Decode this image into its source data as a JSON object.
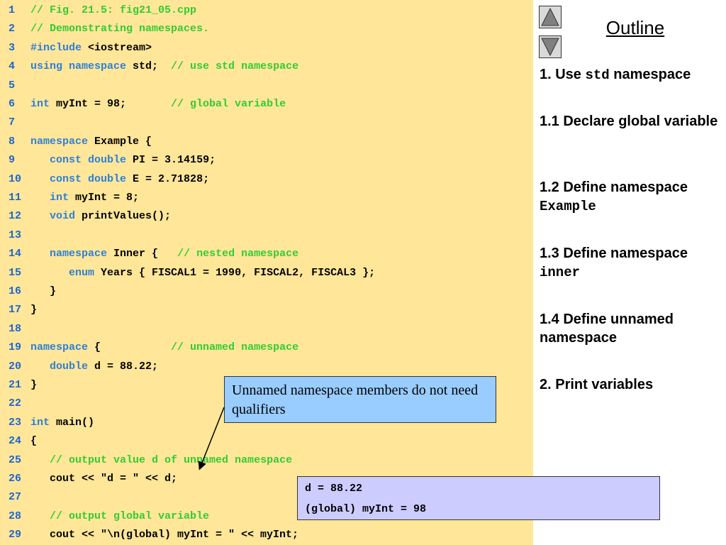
{
  "code_lines": [
    {
      "num": "1",
      "parts": [
        {
          "t": "// Fig. 21.5: fig21_05.cpp",
          "c": "cm"
        }
      ]
    },
    {
      "num": "2",
      "parts": [
        {
          "t": "// Demonstrating namespaces.",
          "c": "cm"
        }
      ]
    },
    {
      "num": "3",
      "parts": [
        {
          "t": "#include",
          "c": "kw"
        },
        {
          "t": " <iostream>",
          "c": "tx"
        }
      ]
    },
    {
      "num": "4",
      "parts": [
        {
          "t": "using namespace",
          "c": "kw"
        },
        {
          "t": " std;  ",
          "c": "tx"
        },
        {
          "t": "// use std namespace",
          "c": "cm"
        }
      ]
    },
    {
      "num": "5",
      "parts": []
    },
    {
      "num": "6",
      "parts": [
        {
          "t": "int",
          "c": "kw"
        },
        {
          "t": " myInt = 98;       ",
          "c": "tx"
        },
        {
          "t": "// global variable",
          "c": "cm"
        }
      ]
    },
    {
      "num": "7",
      "parts": []
    },
    {
      "num": "8",
      "parts": [
        {
          "t": "namespace",
          "c": "kw"
        },
        {
          "t": " Example {",
          "c": "tx"
        }
      ]
    },
    {
      "num": "9",
      "parts": [
        {
          "t": "   ",
          "c": "tx"
        },
        {
          "t": "const double",
          "c": "kw"
        },
        {
          "t": " PI = 3.14159;",
          "c": "tx"
        }
      ]
    },
    {
      "num": "10",
      "parts": [
        {
          "t": "   ",
          "c": "tx"
        },
        {
          "t": "const double",
          "c": "kw"
        },
        {
          "t": " E = 2.71828;",
          "c": "tx"
        }
      ]
    },
    {
      "num": "11",
      "parts": [
        {
          "t": "   ",
          "c": "tx"
        },
        {
          "t": "int",
          "c": "kw"
        },
        {
          "t": " myInt = 8;",
          "c": "tx"
        }
      ]
    },
    {
      "num": "12",
      "parts": [
        {
          "t": "   ",
          "c": "tx"
        },
        {
          "t": "void",
          "c": "kw"
        },
        {
          "t": " printValues();",
          "c": "tx"
        }
      ]
    },
    {
      "num": "13",
      "parts": []
    },
    {
      "num": "14",
      "parts": [
        {
          "t": "   ",
          "c": "tx"
        },
        {
          "t": "namespace",
          "c": "kw"
        },
        {
          "t": " Inner {   ",
          "c": "tx"
        },
        {
          "t": "// nested namespace",
          "c": "cm"
        }
      ]
    },
    {
      "num": "15",
      "parts": [
        {
          "t": "      ",
          "c": "tx"
        },
        {
          "t": "enum",
          "c": "kw"
        },
        {
          "t": " Years { FISCAL1 = 1990, FISCAL2, FISCAL3 };",
          "c": "tx"
        }
      ]
    },
    {
      "num": "16",
      "parts": [
        {
          "t": "   }",
          "c": "tx"
        }
      ]
    },
    {
      "num": "17",
      "parts": [
        {
          "t": "}",
          "c": "tx"
        }
      ]
    },
    {
      "num": "18",
      "parts": []
    },
    {
      "num": "19",
      "parts": [
        {
          "t": "namespace",
          "c": "kw"
        },
        {
          "t": " {           ",
          "c": "tx"
        },
        {
          "t": "// unnamed namespace",
          "c": "cm"
        }
      ]
    },
    {
      "num": "20",
      "parts": [
        {
          "t": "   ",
          "c": "tx"
        },
        {
          "t": "double",
          "c": "kw"
        },
        {
          "t": " d = 88.22;",
          "c": "tx"
        }
      ]
    },
    {
      "num": "21",
      "parts": [
        {
          "t": "}",
          "c": "tx"
        }
      ]
    },
    {
      "num": "22",
      "parts": []
    },
    {
      "num": "23",
      "parts": [
        {
          "t": "int",
          "c": "kw"
        },
        {
          "t": " main()",
          "c": "tx"
        }
      ]
    },
    {
      "num": "24",
      "parts": [
        {
          "t": "{",
          "c": "tx"
        }
      ]
    },
    {
      "num": "25",
      "parts": [
        {
          "t": "   ",
          "c": "tx"
        },
        {
          "t": "// output value d of unnamed namespace",
          "c": "cm"
        }
      ]
    },
    {
      "num": "26",
      "parts": [
        {
          "t": "   cout << \"d = \" << d;",
          "c": "tx"
        }
      ]
    },
    {
      "num": "27",
      "parts": []
    },
    {
      "num": "28",
      "parts": [
        {
          "t": "   ",
          "c": "tx"
        },
        {
          "t": "// output global variable",
          "c": "cm"
        }
      ]
    },
    {
      "num": "29",
      "parts": [
        {
          "t": "   cout << \"\\n(global) myInt = \" << myInt;",
          "c": "tx"
        }
      ]
    }
  ],
  "outline": {
    "title": "Outline",
    "items": [
      [
        {
          "t": "1. Use "
        },
        {
          "t": "std",
          "mono": true
        },
        {
          "t": " namespace"
        }
      ],
      [
        {
          "t": "1.1 Declare global variable"
        }
      ],
      [
        {
          "t": "1.2 Define namespace "
        },
        {
          "t": "Example",
          "mono": true,
          "br": true
        }
      ],
      [
        {
          "t": "1.3 Define namespace "
        },
        {
          "t": "inner",
          "mono": true,
          "br": true
        }
      ],
      [
        {
          "t": "1.4 Define unnamed namespace"
        }
      ],
      [
        {
          "t": "2. Print variables"
        }
      ]
    ]
  },
  "callout": {
    "text": "Unnamed namespace members do not need qualifiers"
  },
  "output": {
    "lines": [
      "d = 88.22",
      "(global) myInt = 98"
    ]
  },
  "nav": {
    "up_icon": "triangle-up-icon",
    "down_icon": "triangle-down-icon"
  },
  "colors": {
    "code_bg": "#ffe699",
    "keyword": "#2e7fd6",
    "comment": "#33cc33",
    "line_number": "#1f66cc",
    "callout_bg": "#99ccff",
    "output_bg": "#ccccff"
  }
}
